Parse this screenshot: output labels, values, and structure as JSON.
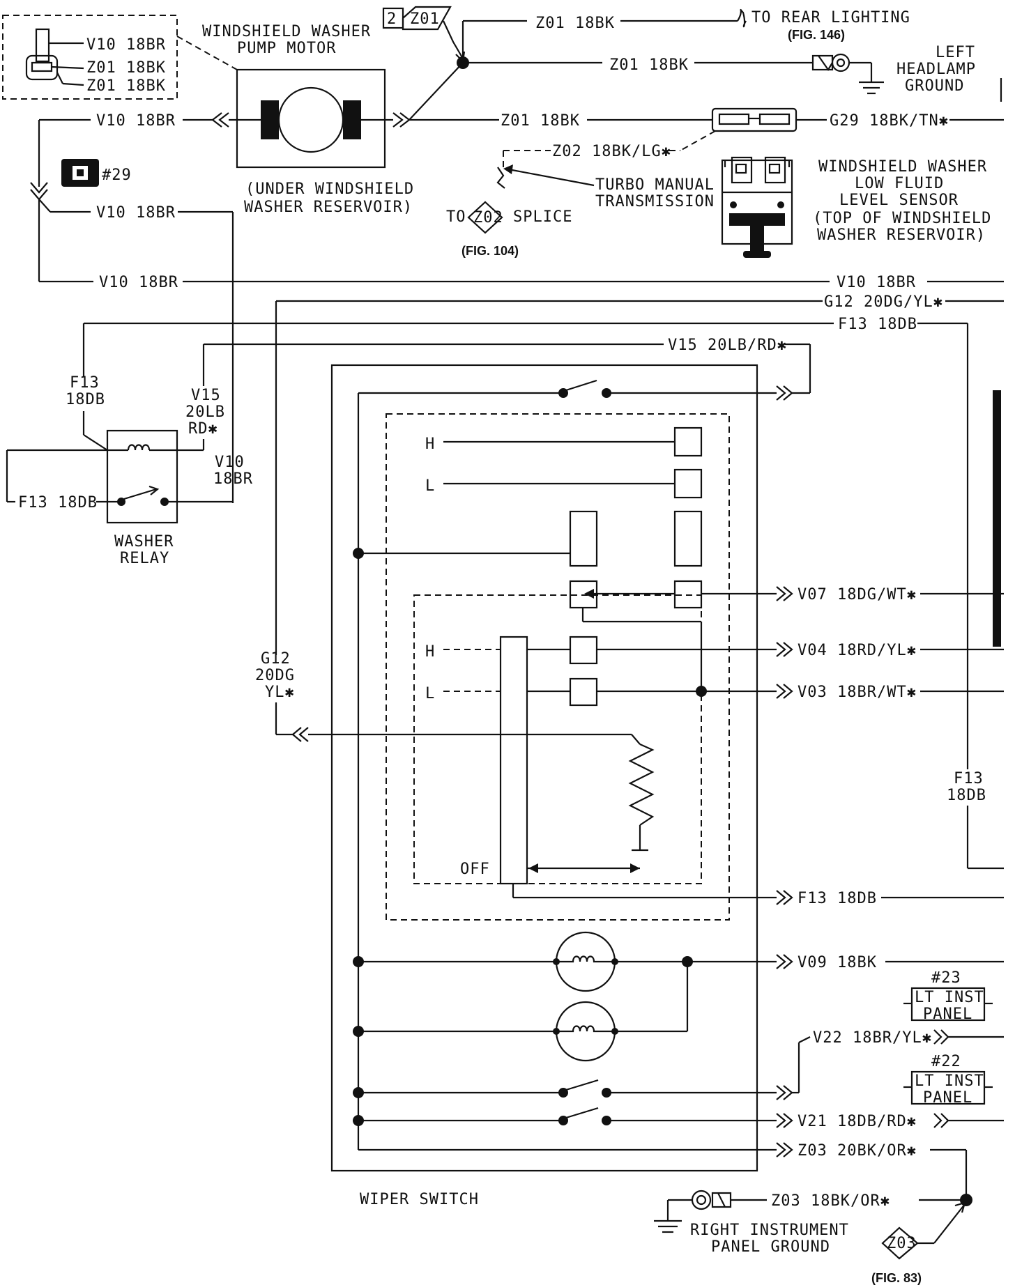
{
  "labels": {
    "pump_title1": "WINDSHIELD WASHER",
    "pump_title2": "PUMP MOTOR",
    "pump_note1": "(UNDER WINDSHIELD",
    "pump_note2": "WASHER RESERVOIR)",
    "conn_v10": "V10 18BR",
    "conn_z01a": "Z01 18BK",
    "conn_z01b": "Z01 18BK",
    "ref_z01": "Z01",
    "ref_z01_num": "2",
    "z01_top": "Z01 18BK",
    "to_rear": "TO REAR LIGHTING",
    "fig146": "(FIG. 146)",
    "z01_mid": "Z01 18BK",
    "left_headlamp1": "LEFT",
    "left_headlamp2": "HEADLAMP",
    "left_headlamp3": "GROUND",
    "v10_top": "V10 18BR",
    "z01_pump": "Z01 18BK",
    "g29": "G29 18BK/TN✱",
    "z02_wire": "Z02 18BK/LG✱",
    "turbo1": "TURBO MANUAL",
    "turbo2": "TRANSMISSION",
    "to_splice_to": "TO",
    "to_splice_z02": "Z02",
    "to_splice_splice": "SPLICE",
    "fig104": "(FIG. 104)",
    "sensor1": "WINDSHIELD WASHER",
    "sensor2": "LOW FLUID",
    "sensor3": "LEVEL SENSOR",
    "sensor4": "(TOP OF WINDSHIELD",
    "sensor5": "WASHER RESERVOIR)",
    "ref29": "#29",
    "v10_b": "V10 18BR",
    "v10_c": "V10 18BR",
    "v10_right": "V10 18BR",
    "g12_right": "G12 20DG/YL✱",
    "f13_right": "F13 18DB",
    "v15_right": "V15 20LB/RD✱",
    "f13_v1": "F13",
    "f13_v2": "18DB",
    "v15_v1": "V15",
    "v15_v2": "20LB",
    "v15_v3": "RD✱",
    "v10_v1": "V10",
    "v10_v2": "18BR",
    "f13_relay": "F13 18DB",
    "relay1": "WASHER",
    "relay2": "RELAY",
    "g12_v1": "G12",
    "g12_v2": "20DG",
    "g12_v3": "YL✱",
    "h1": "H",
    "l1": "L",
    "h2": "H",
    "l2": "L",
    "off": "OFF",
    "v07": "V07 18DG/WT✱",
    "v04": "V04 18RD/YL✱",
    "v03": "V03 18BR/WT✱",
    "f13_side1": "F13",
    "f13_side2": "18DB",
    "f13_out": "F13 18DB",
    "v09": "V09 18BK",
    "ref23": "#23",
    "lt_inst1a": "LT INST",
    "lt_inst1b": "PANEL",
    "v22": "V22 18BR/YL✱",
    "ref22": "#22",
    "lt_inst2a": "LT INST",
    "lt_inst2b": "PANEL",
    "v21": "V21 18DB/RD✱",
    "z03_out": "Z03 20BK/OR✱",
    "wiper_switch": "WIPER SWITCH",
    "z03_gnd": "Z03 18BK/OR✱",
    "right_ground1": "RIGHT INSTRUMENT",
    "right_ground2": "PANEL GROUND",
    "ref_z03": "Z03",
    "fig83": "(FIG. 83)"
  }
}
